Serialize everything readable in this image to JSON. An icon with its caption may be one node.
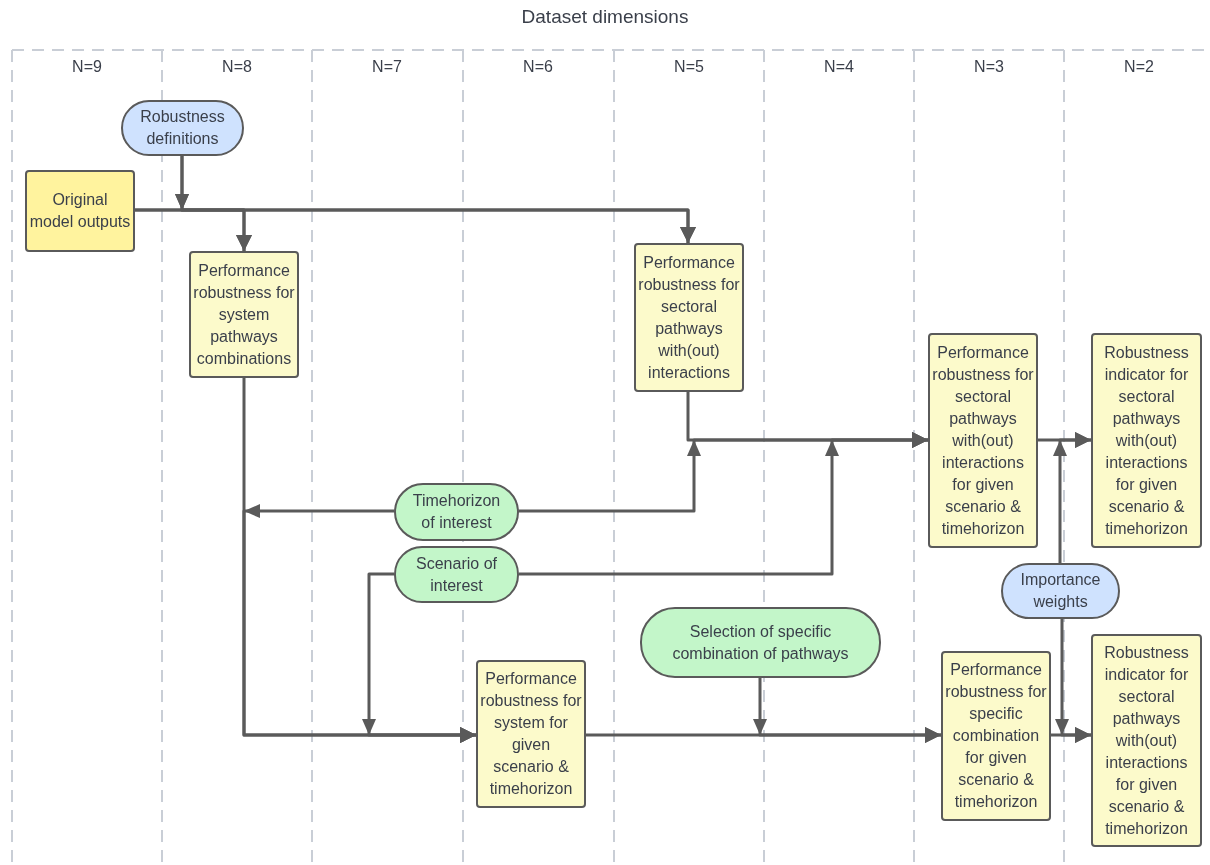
{
  "diagram": {
    "title": "Dataset dimensions",
    "nodes": [
      {
        "text": [
          "Robustness definitions"
        ]
      },
      {
        "text": [
          "Original model outputs"
        ]
      },
      {
        "text": [
          "Performance robustness for system pathways combinations"
        ]
      },
      {
        "text": [
          "Performance robustness for sectoral pathways with(out) interactions"
        ]
      },
      {
        "text": [
          "Performance robustness for sectoral pathways with(out) interactions for given scenario & timehorizon"
        ]
      },
      {
        "text": [
          "Robustness indicator for sectoral pathways with(out) interactions for given scenario & timehorizon"
        ]
      },
      {
        "text": [
          "Timehorizon of interest"
        ]
      },
      {
        "text": [
          "Scenario of interest"
        ]
      },
      {
        "text": [
          "Importance weights"
        ]
      },
      {
        "text": [
          "Selection of specific combination of pathways"
        ]
      },
      {
        "text": [
          "Performance robustness for system for given scenario & timehorizon"
        ]
      },
      {
        "text": [
          "Performance robustness for specific combination for given scenario & timehorizon"
        ]
      },
      {
        "text": [
          "Robustness indicator for sectoral pathways with(out) interactions for given scenario & timehorizon"
        ]
      }
    ],
    "edges": [
      {
        "from": 0,
        "to": 2,
        "arrow": "to"
      },
      {
        "from": 0,
        "to": 3,
        "arrow": "to"
      },
      {
        "from": 1,
        "to": 2,
        "arrow": "to"
      },
      {
        "from": 1,
        "to": 3,
        "arrow": "to"
      },
      {
        "from": 3,
        "to": 4,
        "arrow": "to"
      },
      {
        "from": 6,
        "to": 4,
        "arrow": "to"
      },
      {
        "from": 7,
        "to": 4,
        "arrow": "to"
      },
      {
        "from": 4,
        "to": 5,
        "arrow": "to"
      },
      {
        "from": 8,
        "to": 5,
        "arrow": "to"
      },
      {
        "from": 2,
        "to": 10,
        "arrow": "to"
      },
      {
        "from": 6,
        "to": 10,
        "arrow": "to"
      },
      {
        "from": 7,
        "to": 10,
        "arrow": "to"
      },
      {
        "from": 10,
        "to": 11,
        "arrow": "to"
      },
      {
        "from": 9,
        "to": 11,
        "arrow": "to"
      },
      {
        "from": 11,
        "to": 12,
        "arrow": "to"
      },
      {
        "from": 8,
        "to": 12,
        "arrow": "to"
      }
    ],
    "labels": [
      "N=9",
      "N=8",
      "N=7",
      "N=6",
      "N=5",
      "N=4",
      "N=3",
      "N=2"
    ]
  }
}
